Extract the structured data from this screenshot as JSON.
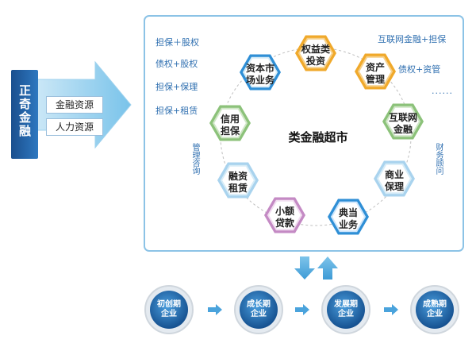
{
  "left": {
    "title": "正奇金融",
    "resources": [
      "金融资源",
      "人力资源"
    ]
  },
  "center": {
    "title": "类金融超市",
    "side_left": "管理咨询",
    "side_right": "财务顾问",
    "hexes": [
      {
        "line1": "权益类",
        "line2": "投资"
      },
      {
        "line1": "资产",
        "line2": "管理"
      },
      {
        "line1": "互联网",
        "line2": "金融"
      },
      {
        "line1": "商业",
        "line2": "保理"
      },
      {
        "line1": "典当",
        "line2": "业务"
      },
      {
        "line1": "小额",
        "line2": "贷款"
      },
      {
        "line1": "融资",
        "line2": "租赁"
      },
      {
        "line1": "信用",
        "line2": "担保"
      },
      {
        "line1": "资本市",
        "line2": "场业务"
      }
    ]
  },
  "tags_left": [
    "担保＋股权",
    "债权+股权",
    "担保+保理",
    "担保+租赁"
  ],
  "tags_right": [
    "互联网金融+担保",
    "债权+资管",
    "......"
  ],
  "stages": [
    {
      "line1": "初创期",
      "line2": "企业"
    },
    {
      "line1": "成长期",
      "line2": "企业"
    },
    {
      "line1": "发展期",
      "line2": "企业"
    },
    {
      "line1": "成熟期",
      "line2": "企业"
    }
  ],
  "colors": {
    "accent_blue": "#1f6fb6",
    "light_blue": "#8ec9ea",
    "border_blue": "#7fb9e0"
  }
}
